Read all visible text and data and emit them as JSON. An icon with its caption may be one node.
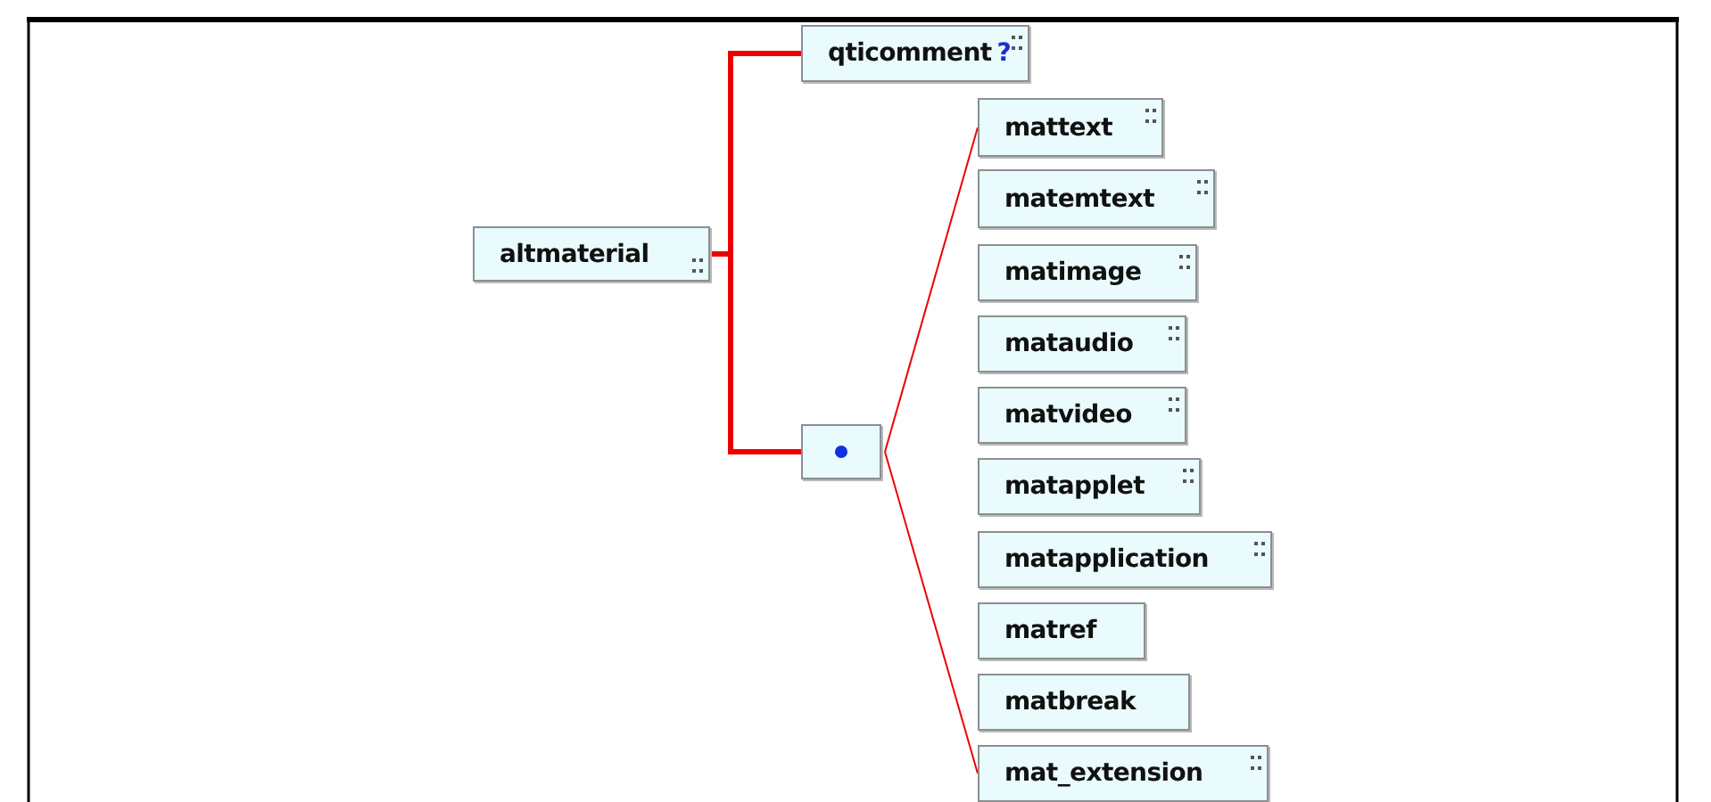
{
  "diagram": {
    "nodes": [
      {
        "text": [
          "altmaterial"
        ]
      },
      {
        "text": [
          "qticomment",
          "?"
        ]
      },
      {
        "text": [],
        "shape": "box"
      },
      {
        "text": [
          "mattext"
        ]
      },
      {
        "text": [
          "matemtext"
        ]
      },
      {
        "text": [
          "matimage"
        ]
      },
      {
        "text": [
          "mataudio"
        ]
      },
      {
        "text": [
          "matvideo"
        ]
      },
      {
        "text": [
          "matapplet"
        ]
      },
      {
        "text": [
          "matapplication"
        ]
      },
      {
        "text": [
          "matref"
        ]
      },
      {
        "text": [
          "matbreak"
        ]
      },
      {
        "text": [
          "mat_extension"
        ]
      }
    ],
    "edges": [
      {
        "from": 0,
        "to": 1,
        "arrow": "none",
        "style": "thick"
      },
      {
        "from": 0,
        "to": 2,
        "arrow": "none",
        "style": "thick"
      },
      {
        "from": 2,
        "to": 3,
        "arrow": "none"
      },
      {
        "from": 2,
        "to": 12,
        "arrow": "none"
      }
    ]
  }
}
